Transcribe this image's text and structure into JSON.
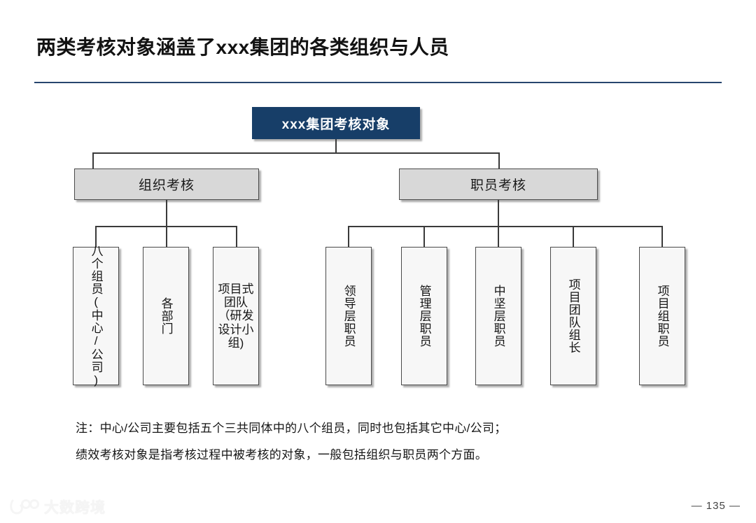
{
  "slide": {
    "title": "两类考核对象涵盖了xxx集团的各类组织与人员",
    "page_number": "— 135 —",
    "accent_color": "#173e68",
    "branch_fill": "#d8d8d8",
    "leaf_fill": "#f7f7f7"
  },
  "chart_data": {
    "type": "diagram",
    "subtype": "org-tree",
    "title": "两类考核对象涵盖了xxx集团的各类组织与人员",
    "root": "xxx集团考核对象",
    "branches": [
      {
        "label": "组织考核",
        "children": [
          "八个组员(中心/公司)",
          "各部门",
          "项目式团队（研发设计小组)"
        ]
      },
      {
        "label": "职员考核",
        "children": [
          "领导层职员",
          "管理层职员",
          "中坚层职员",
          "项目团队组长",
          "项目组职员"
        ]
      }
    ]
  },
  "tree": {
    "root": {
      "label": "xxx集团考核对象"
    },
    "left_branch": {
      "label": "组织考核",
      "leaves": [
        {
          "label": "八个组员(中心/公司)",
          "orientation": "vertical"
        },
        {
          "label": "各部门",
          "orientation": "vertical"
        },
        {
          "label": "项目式团队（研发设计小组)",
          "orientation": "horizontal-wrap"
        }
      ]
    },
    "right_branch": {
      "label": "职员考核",
      "leaves": [
        {
          "label": "领导层职员",
          "orientation": "vertical"
        },
        {
          "label": "管理层职员",
          "orientation": "vertical"
        },
        {
          "label": "中坚层职员",
          "orientation": "vertical"
        },
        {
          "label": "项目团队组长",
          "orientation": "vertical"
        },
        {
          "label": "项目组职员",
          "orientation": "vertical"
        }
      ]
    }
  },
  "notes": {
    "line1": "注：中心/公司主要包括五个三共同体中的八个组员，同时也包括其它中心/公司；",
    "line2": "绩效考核对象是指考核过程中被考核的对象，一般包括组织与职员两个方面。"
  },
  "watermark": {
    "text": "大数跨境",
    "mark": "logo-mark"
  }
}
